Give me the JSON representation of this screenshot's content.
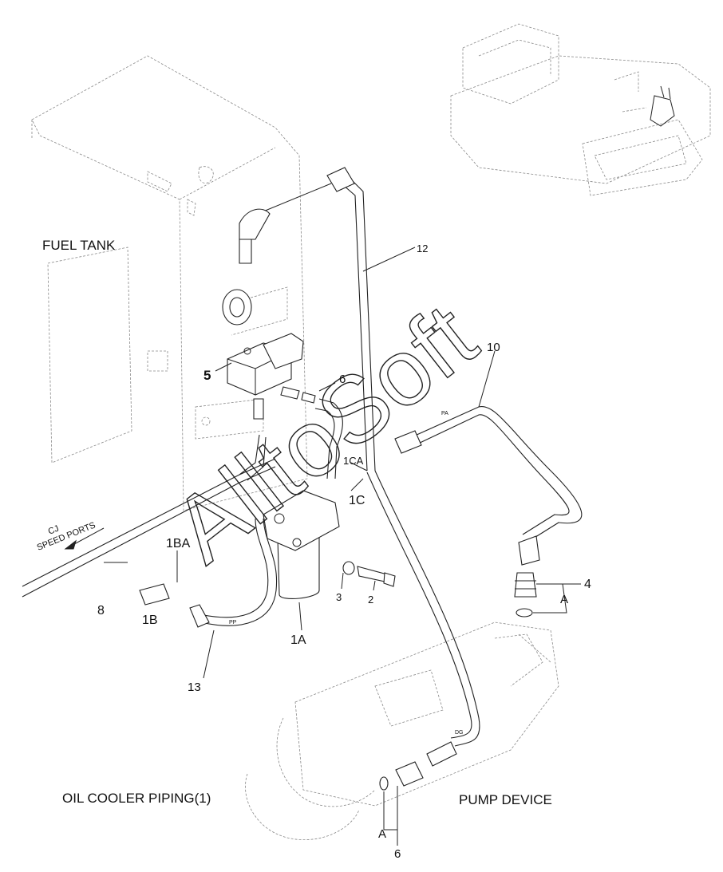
{
  "labels": {
    "fuel_tank": "FUEL TANK",
    "oil_cooler": "OIL COOLER PIPING(1)",
    "pump_device": "PUMP DEVICE",
    "speed_ports_1": "CJ",
    "speed_ports_2": "SPEED PORTS"
  },
  "callouts": {
    "p12": "12",
    "p10": "10",
    "p6a": "6",
    "p5": "5",
    "p1CA": "1CA",
    "p1C": "1C",
    "p1BA": "1BA",
    "p8": "8",
    "p1B": "1B",
    "p13": "13",
    "p1A": "1A",
    "p3": "3",
    "p2": "2",
    "p4": "4",
    "pA1": "A",
    "pA2": "A",
    "p6b": "6"
  },
  "hose_marks": {
    "pa": "PA",
    "pp": "PP",
    "dg": "DG"
  },
  "watermark": "AlltoSoft"
}
